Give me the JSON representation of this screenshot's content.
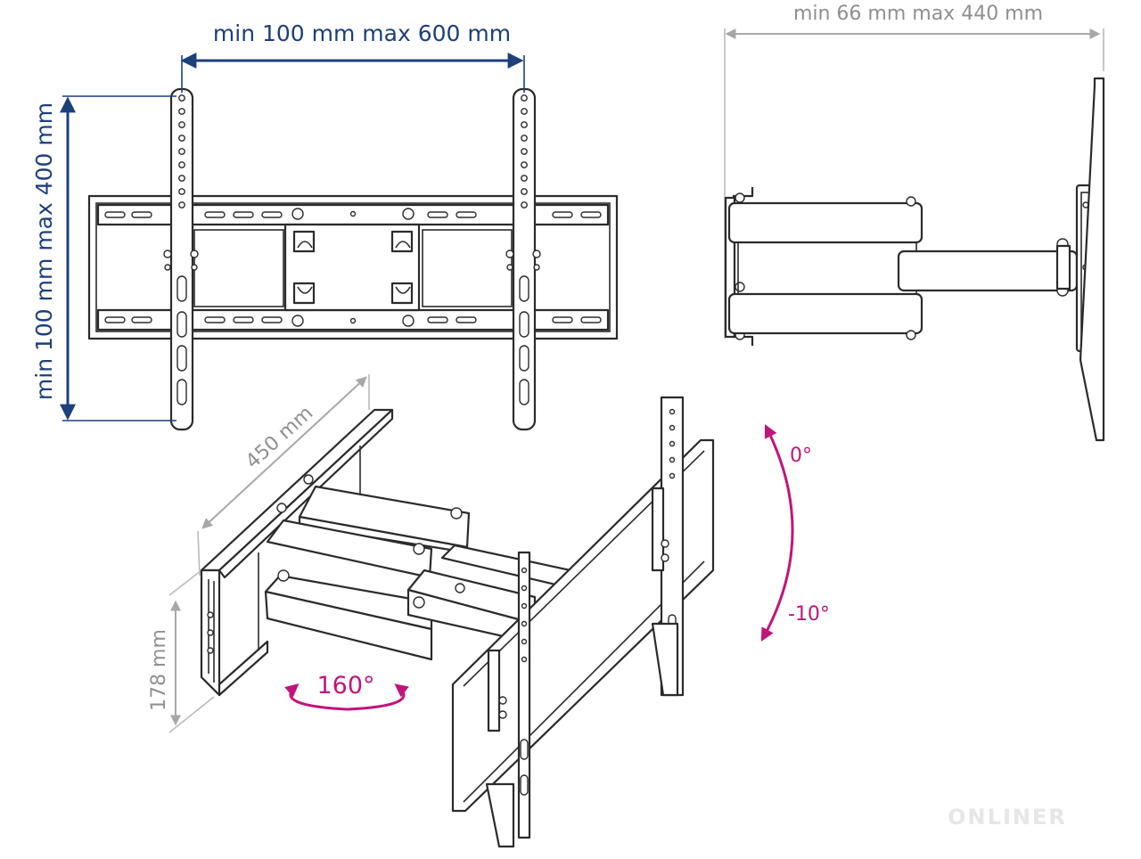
{
  "labels": {
    "hole_horizontal": "min 100 mm max 600 mm",
    "hole_vertical": "min 100 mm max 400 mm",
    "wall_distance": "min 66 mm max 440 mm",
    "arm_length": "450 mm",
    "wall_plate_height": "178 mm",
    "tilt_up": "0°",
    "tilt_down": "-10°",
    "swivel": "160°"
  },
  "watermark": "ONLINER",
  "colors": {
    "dimension_blue": "#1d3f7a",
    "dimension_grey": "#8f8f8f",
    "motion_magenta": "#c0157a",
    "line_art": "#2b2b2b"
  }
}
